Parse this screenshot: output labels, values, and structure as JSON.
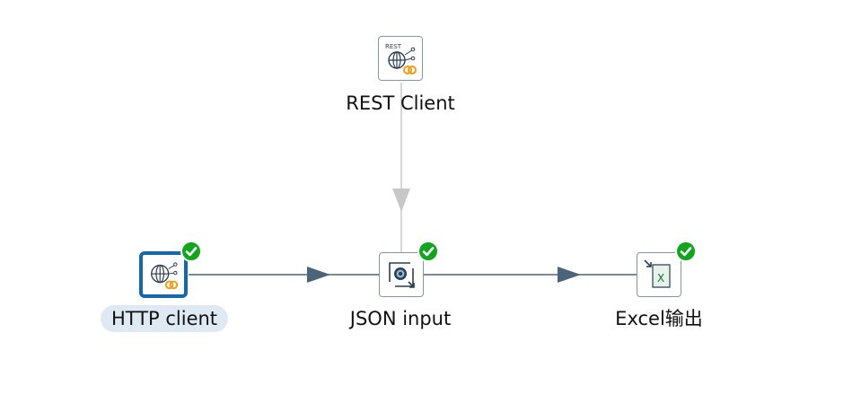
{
  "steps": {
    "rest_client": {
      "label": "REST Client",
      "icon": "rest-client-icon",
      "status": "none"
    },
    "http_client": {
      "label": "HTTP client",
      "icon": "http-client-icon",
      "status": "success",
      "selected": true
    },
    "json_input": {
      "label": "JSON input",
      "icon": "json-input-icon",
      "status": "success"
    },
    "excel_output": {
      "label": "Excel输出",
      "icon": "excel-output-icon",
      "status": "success"
    }
  },
  "hops": [
    {
      "from": "http_client",
      "to": "json_input",
      "state": "enabled"
    },
    {
      "from": "json_input",
      "to": "excel_output",
      "state": "enabled"
    },
    {
      "from": "rest_client",
      "to": "json_input",
      "state": "disabled"
    }
  ],
  "colors": {
    "hop_enabled": "#4a6479",
    "hop_disabled": "#c8c8c8",
    "step_border": "#7f99ac",
    "selected_border": "#1567ad",
    "selected_label_bg": "#dfe9f3",
    "success_badge": "#12a51d",
    "rest_badge": "#f39c12"
  }
}
